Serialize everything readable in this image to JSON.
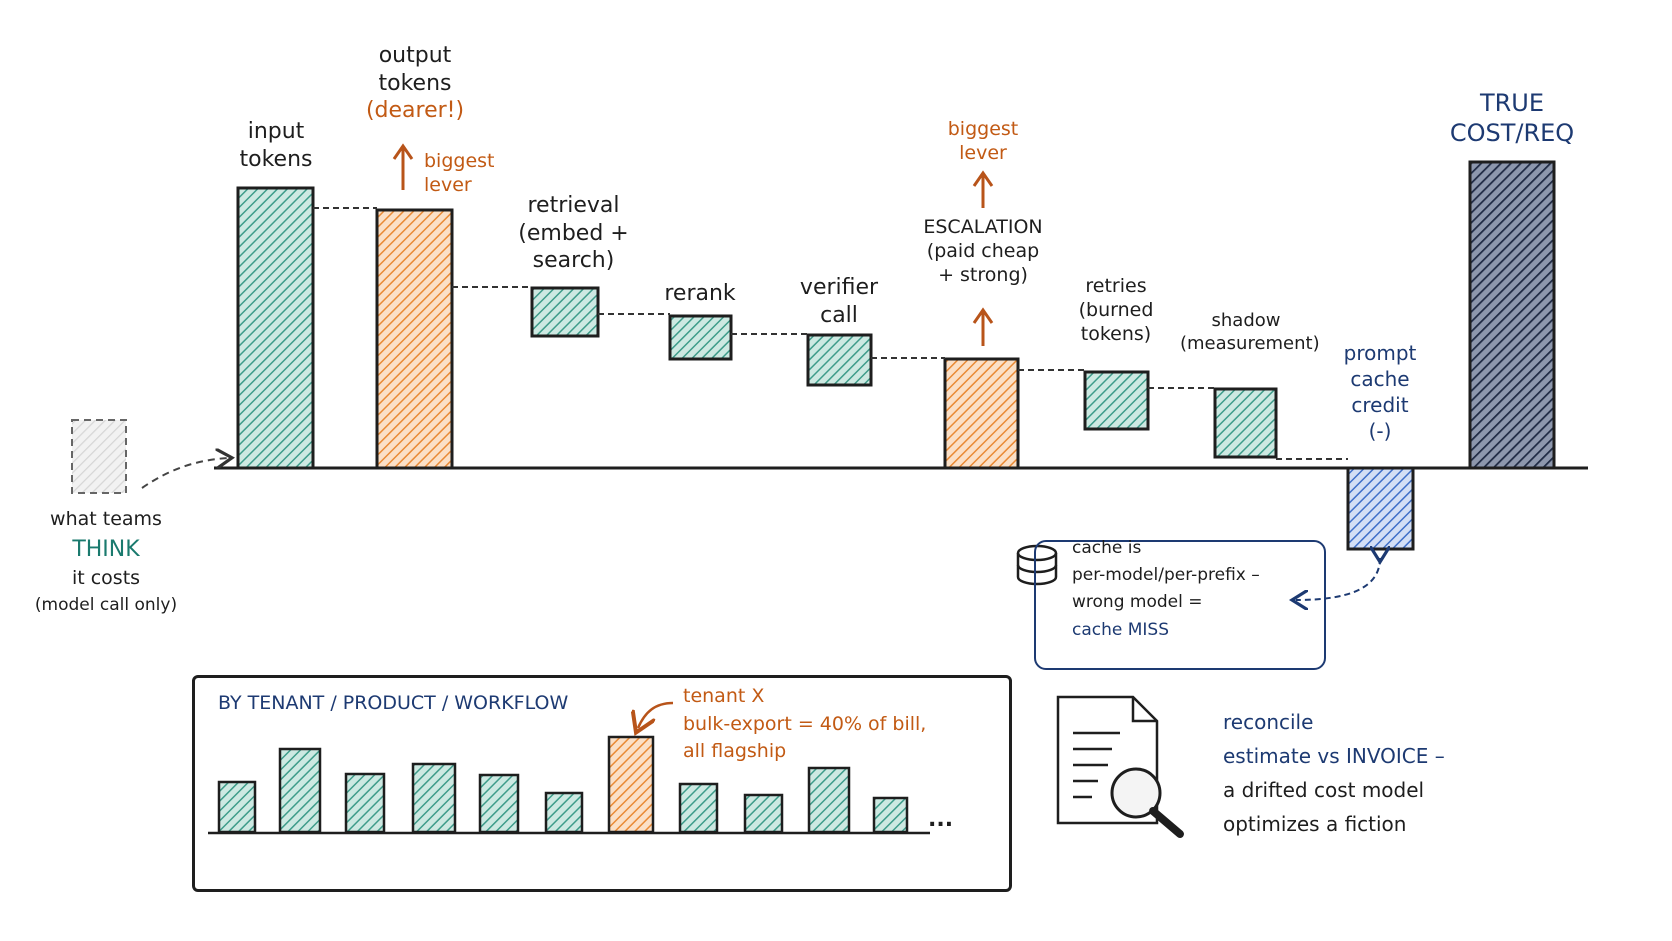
{
  "colors": {
    "teal": "#5fb8a6",
    "orange": "#f0a35c",
    "blue": "#5b86d6",
    "navy": "#2b3550",
    "ink": "#1e1e1e",
    "orange_text": "#c25a14",
    "navy_text": "#1d3a72",
    "teal_text": "#1a7a6e"
  },
  "waterfall": {
    "steps": [
      {
        "id": "input",
        "label": [
          "input",
          "tokens"
        ],
        "kind": "increase",
        "color": "teal"
      },
      {
        "id": "output",
        "label": [
          "output",
          "tokens"
        ],
        "sublabel": "(dearer!)",
        "kind": "increase",
        "color": "orange"
      },
      {
        "id": "retrieval",
        "label": [
          "retrieval",
          "(embed +",
          "search)"
        ],
        "kind": "increase",
        "color": "teal"
      },
      {
        "id": "rerank",
        "label": [
          "rerank"
        ],
        "kind": "increase",
        "color": "teal"
      },
      {
        "id": "verifier",
        "label": [
          "verifier",
          "call"
        ],
        "kind": "increase",
        "color": "teal"
      },
      {
        "id": "escalation",
        "label": [
          "ESCALATION",
          "(paid cheap",
          "+ strong)"
        ],
        "kind": "increase",
        "color": "orange"
      },
      {
        "id": "retries",
        "label": [
          "retries",
          "(burned",
          "tokens)"
        ],
        "kind": "increase",
        "color": "teal"
      },
      {
        "id": "shadow",
        "label": [
          "shadow",
          "(measurement)"
        ],
        "kind": "increase",
        "color": "teal"
      },
      {
        "id": "cache",
        "label": [
          "prompt",
          "cache",
          "credit",
          "(-)"
        ],
        "kind": "decrease",
        "color": "blue"
      },
      {
        "id": "total",
        "label": [
          "TRUE",
          "COST/REQ"
        ],
        "kind": "total",
        "color": "navy"
      }
    ],
    "lever_notes": [
      {
        "step": "output",
        "text": [
          "biggest",
          "lever"
        ]
      },
      {
        "step": "escalation",
        "text": [
          "biggest",
          "lever"
        ]
      }
    ]
  },
  "think": {
    "lines": [
      "what teams",
      "THINK",
      "it costs",
      "(model call only)"
    ]
  },
  "cache_callout": {
    "icon": "database-icon",
    "lines": [
      "cache is",
      "per-model/per-prefix –",
      "wrong model =",
      "cache MISS"
    ]
  },
  "tenant_panel": {
    "title": "BY TENANT / PRODUCT / WORKFLOW",
    "note": [
      "tenant X",
      "bulk-export = 40% of bill,",
      "all flagship"
    ],
    "ellipsis": "...",
    "bars": [
      {
        "color": "teal"
      },
      {
        "color": "teal"
      },
      {
        "color": "teal"
      },
      {
        "color": "teal"
      },
      {
        "color": "teal"
      },
      {
        "color": "teal"
      },
      {
        "color": "orange"
      },
      {
        "color": "teal"
      },
      {
        "color": "teal"
      },
      {
        "color": "teal"
      },
      {
        "color": "teal"
      }
    ]
  },
  "reconcile": {
    "icon": "document-search-icon",
    "lines": [
      "reconcile",
      "estimate vs INVOICE –",
      "a drifted cost model",
      "optimizes a fiction"
    ]
  }
}
